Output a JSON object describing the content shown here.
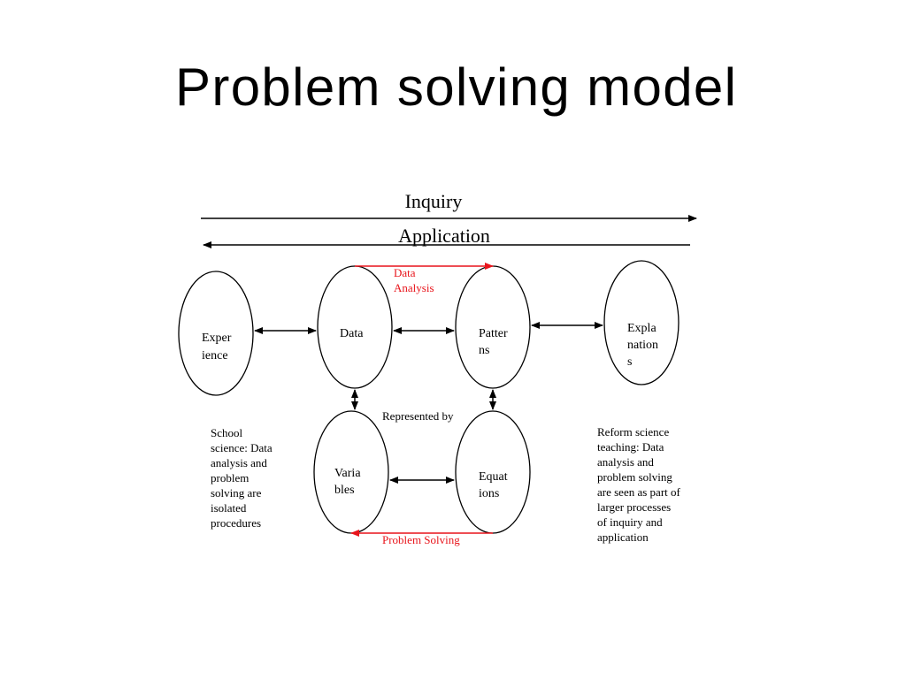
{
  "title": "Problem solving model",
  "arrows": {
    "inquiry": "Inquiry",
    "application": "Application"
  },
  "nodes": {
    "experience": [
      "Exper",
      "ience"
    ],
    "data": [
      "Data"
    ],
    "patterns": [
      "Patter",
      "ns"
    ],
    "explanations": [
      "Expla",
      "nation",
      "s"
    ],
    "variables": [
      "Varia",
      "bles"
    ],
    "equations": [
      "Equat",
      "ions"
    ]
  },
  "edge_labels": {
    "data_analysis": [
      "Data",
      "Analysis"
    ],
    "represented_by": "Represented by",
    "problem_solving": "Problem Solving"
  },
  "notes": {
    "school": [
      "School",
      "science: Data",
      "analysis and",
      "problem",
      "solving are",
      "isolated",
      "procedures"
    ],
    "reform": [
      "Reform science",
      "teaching: Data",
      "analysis and",
      "problem solving",
      "are seen as part of",
      "larger processes",
      "of inquiry and",
      "application"
    ]
  },
  "colors": {
    "accent_red": "#e8141b"
  }
}
